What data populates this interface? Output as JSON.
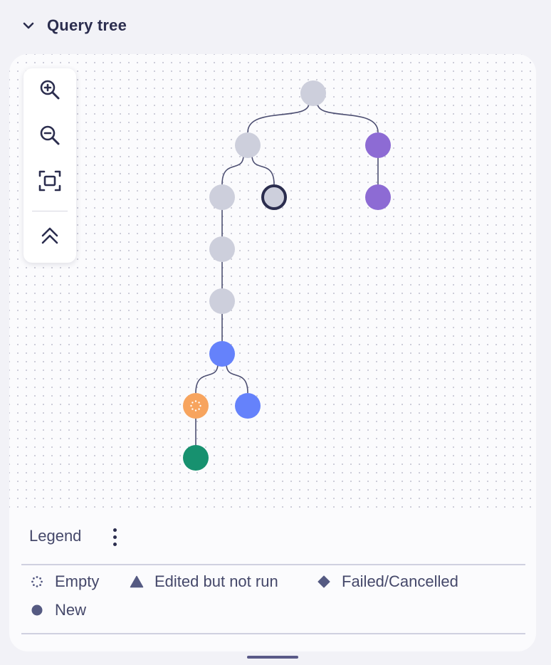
{
  "header": {
    "title": "Query tree",
    "chevron_icon": "chevron-down-icon"
  },
  "toolbar": {
    "buttons": [
      {
        "name": "zoom-in",
        "icon": "zoom-in-icon"
      },
      {
        "name": "zoom-out",
        "icon": "zoom-out-icon"
      },
      {
        "name": "fit-view",
        "icon": "fit-view-icon"
      },
      {
        "name": "collapse",
        "icon": "double-chevron-up-icon"
      }
    ]
  },
  "tree": {
    "colors": {
      "grey": "#cdcfdc",
      "purple": "#8d6bd4",
      "blue": "#6582fb",
      "orange": "#f7a45e",
      "green": "#17916f",
      "selected_ring": "#2b2d4e",
      "edge": "#4d4f72"
    },
    "nodes": [
      {
        "id": "n1",
        "color": "grey"
      },
      {
        "id": "n2",
        "color": "grey"
      },
      {
        "id": "n3",
        "color": "purple"
      },
      {
        "id": "n4",
        "color": "grey"
      },
      {
        "id": "n5",
        "color": "grey",
        "selected": true
      },
      {
        "id": "n6",
        "color": "purple"
      },
      {
        "id": "n7",
        "color": "grey"
      },
      {
        "id": "n8",
        "color": "grey"
      },
      {
        "id": "n9",
        "color": "blue"
      },
      {
        "id": "n10",
        "color": "orange",
        "state": "empty"
      },
      {
        "id": "n11",
        "color": "blue"
      },
      {
        "id": "n12",
        "color": "green"
      }
    ],
    "edges": [
      [
        "n1",
        "n2"
      ],
      [
        "n1",
        "n3"
      ],
      [
        "n2",
        "n4"
      ],
      [
        "n2",
        "n5"
      ],
      [
        "n3",
        "n6"
      ],
      [
        "n4",
        "n7"
      ],
      [
        "n7",
        "n8"
      ],
      [
        "n8",
        "n9"
      ],
      [
        "n9",
        "n10"
      ],
      [
        "n9",
        "n11"
      ],
      [
        "n10",
        "n12"
      ]
    ]
  },
  "legend": {
    "title": "Legend",
    "menu_icon": "more-vertical-icon",
    "items": [
      {
        "label": "Empty",
        "symbol": "dotted-circle-icon"
      },
      {
        "label": "Edited but not run",
        "symbol": "triangle-icon"
      },
      {
        "label": "Failed/Cancelled",
        "symbol": "diamond-icon"
      },
      {
        "label": "New",
        "symbol": "dot-icon"
      }
    ],
    "symbol_color": "#555a82"
  }
}
